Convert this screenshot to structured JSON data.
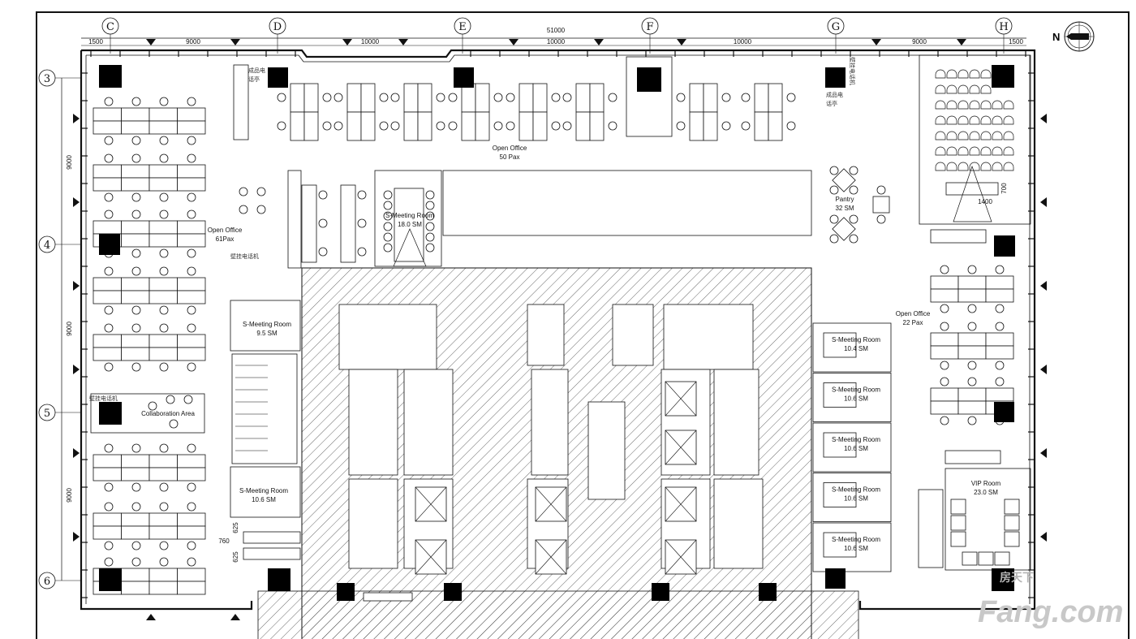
{
  "plan": {
    "overall_dimension": "51000",
    "top_dimensions": [
      "1500",
      "9000",
      "10000",
      "10000",
      "10000",
      "9000",
      "1500"
    ],
    "column_grid": [
      "C",
      "D",
      "E",
      "F",
      "G",
      "H"
    ],
    "row_grid": [
      "3",
      "4",
      "5",
      "6"
    ],
    "side_dimensions": [
      "9000",
      "9000",
      "9000"
    ],
    "north_label": "N",
    "small_dimensions": [
      "625",
      "760",
      "625"
    ],
    "lecture_dimensions": {
      "width": "1400",
      "depth": "700"
    }
  },
  "rooms": {
    "open_office_50": {
      "name": "Open Office",
      "capacity": "50 Pax"
    },
    "open_office_61": {
      "name": "Open Office",
      "capacity": "61Pax"
    },
    "open_office_22": {
      "name": "Open Office",
      "capacity": "22 Pax"
    },
    "meeting_18": {
      "name": "S-Meeting  Room",
      "area": "18.0 SM"
    },
    "pantry": {
      "name": "Pantry",
      "area": "32 SM"
    },
    "meeting_left_1": {
      "name": "S-Meeting  Room",
      "area": "9.5 SM"
    },
    "meeting_left_2": {
      "name": "S-Meeting  Room",
      "area": "10.6 SM"
    },
    "collaboration": {
      "name": "Collaboration Area"
    },
    "meeting_right": [
      {
        "name": "S-Meeting  Room",
        "area": "10.4 SM"
      },
      {
        "name": "S-Meeting  Room",
        "area": "10.6 SM"
      },
      {
        "name": "S-Meeting  Room",
        "area": "10.6 SM"
      },
      {
        "name": "S-Meeting  Room",
        "area": "10.6 SM"
      },
      {
        "name": "S-Meeting  Room",
        "area": "10.6 SM"
      }
    ],
    "vip": {
      "name": "VIP  Room",
      "area": "23.0 SM"
    }
  },
  "annotations": {
    "phone_booth_line1": "成品电",
    "phone_booth_line2": "话亭",
    "wall_phone": "壁挂电话机"
  },
  "watermark": {
    "cn": "房天下",
    "brand": "Fang.com"
  }
}
